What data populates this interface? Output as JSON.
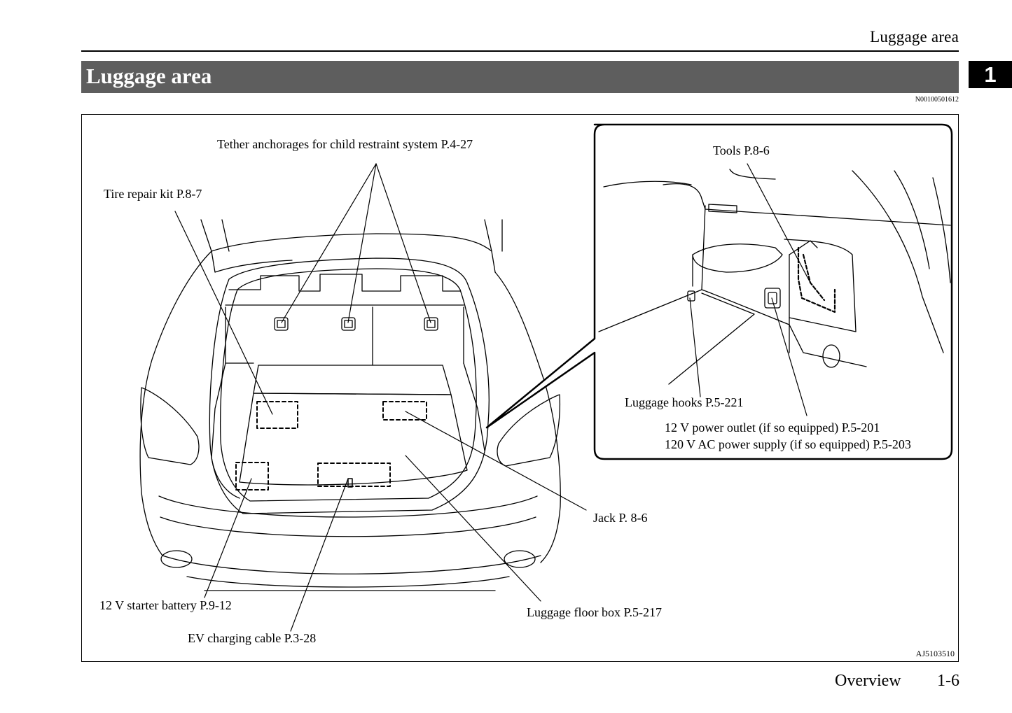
{
  "header": {
    "running_title": "Luggage area",
    "section_title": "Luggage area",
    "chapter_number": "1",
    "document_id": "N00100501612"
  },
  "figure": {
    "figure_id": "AJ5103510",
    "labels": {
      "tether": "Tether anchorages for child restraint system P.4-27",
      "tire_repair": "Tire repair kit P.8-7",
      "tools": "Tools P.8-6",
      "luggage_hooks": "Luggage hooks P.5-221",
      "power_outlet": "12 V power outlet (if so equipped) P.5-201",
      "ac_supply": "120 V AC power supply (if so equipped) P.5-203",
      "jack": "Jack P. 8-6",
      "battery": "12 V starter battery P.9-12",
      "floor_box": "Luggage floor box P.5-217",
      "ev_cable": "EV charging cable P.3-28"
    }
  },
  "footer": {
    "section": "Overview",
    "page": "1-6"
  }
}
